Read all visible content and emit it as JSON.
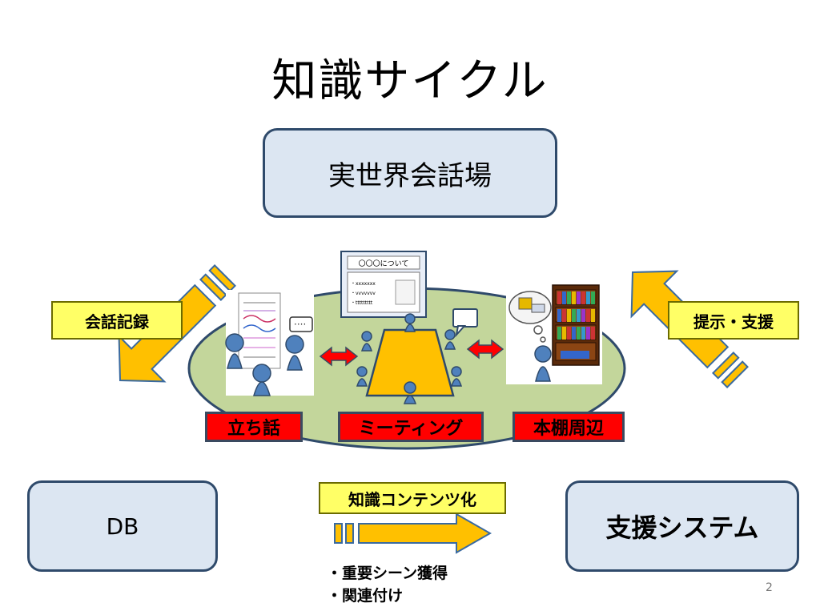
{
  "title": "知識サイクル",
  "top_box": "実世界会話場",
  "left_label": "会話記録",
  "right_label": "提示・支援",
  "scenes": [
    "立ち話",
    "ミーティング",
    "本棚周辺"
  ],
  "slide_heading": "〇〇〇について",
  "slide_lines": [
    "・xxxxxxx",
    "・vvvvvvv",
    "・ttttttttt"
  ],
  "db_box": "DB",
  "support_box": "支援システム",
  "center_label": "知識コンテンツ化",
  "bullets": [
    "・重要シーン獲得",
    "・関連付け"
  ],
  "page_number": "2",
  "colors": {
    "box_fill": "#dce6f2",
    "box_border": "#2f4a6b",
    "ellipse": "#c3d69b",
    "arrow": "#ffc000",
    "person": "#4f81bd",
    "label_yellow": "#ffff66",
    "label_red": "#ff0000"
  }
}
